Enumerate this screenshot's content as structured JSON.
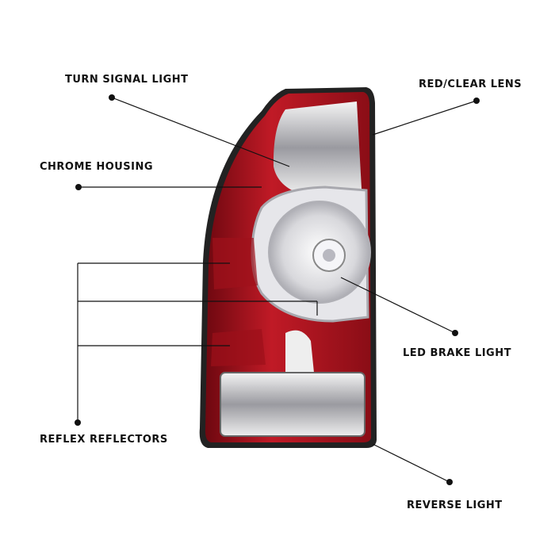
{
  "labels": {
    "turn_signal": "TURN SIGNAL LIGHT",
    "red_clear_lens": "RED/CLEAR LENS",
    "chrome_housing": "CHROME HOUSING",
    "led_brake": "LED BRAKE LIGHT",
    "reflex_reflectors": "REFLEX REFLECTORS",
    "reverse_light": "REVERSE LIGHT"
  },
  "colors": {
    "lens_red": "#b3151f",
    "dark_red": "#7a0a12",
    "chrome": "#dcdcdc",
    "line": "#111111"
  }
}
